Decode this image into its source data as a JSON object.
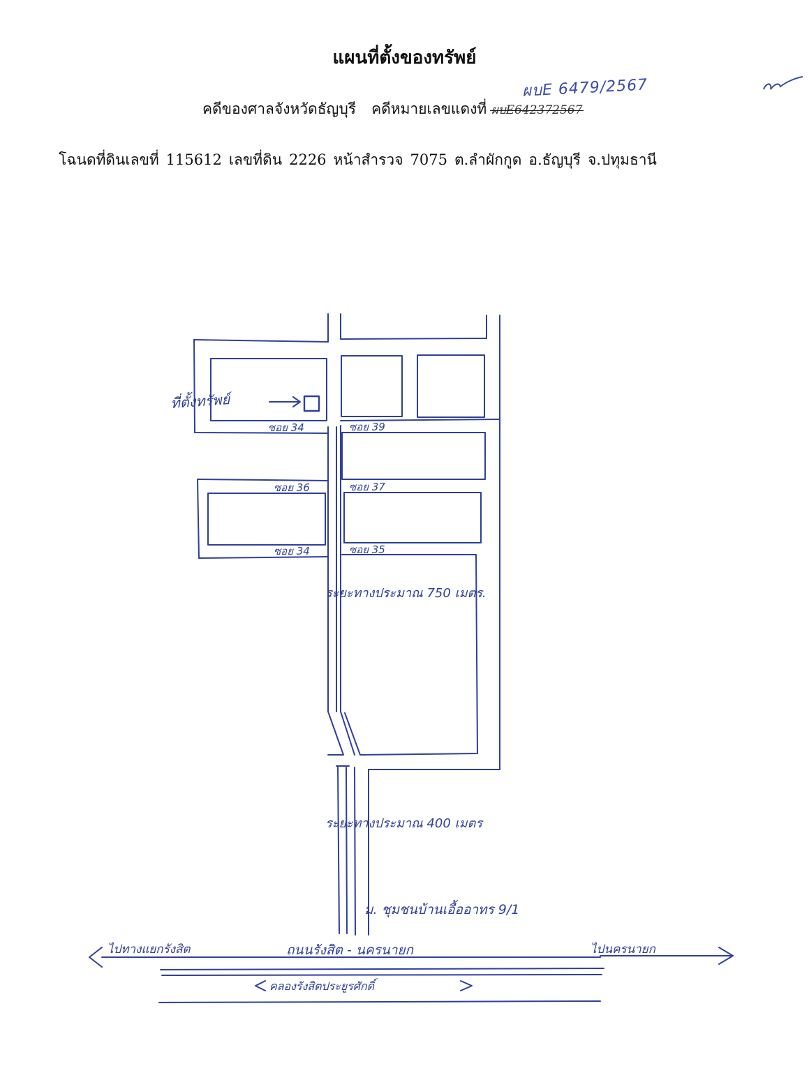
{
  "header": {
    "title": "แผนที่ตั้งของทรัพย์",
    "court_line_prefix": "คดีของศาลจังหวัดธัญบุรี",
    "red_case_label": "คดีหมายเลขแดงที่",
    "struck_case_number": "ผบE642372567",
    "handwritten_case_number": "ผบE 6479/2567"
  },
  "deed_line": {
    "deed_label": "โฉนดที่ดินเลขที่",
    "deed_number": "115612",
    "land_label": "เลขที่ดิน",
    "land_number": "2226",
    "survey_label": "หน้าสำรวจ",
    "survey_number": "7075",
    "subdistrict": "ต.ลำผักกูด",
    "district": "อ.ธัญบุรี",
    "province": "จ.ปทุมธานี"
  },
  "map": {
    "property_label": "ที่ตั้งทรัพย์",
    "soi_labels": {
      "soi_34": "ซอย 34",
      "soi_39": "ซอย 39",
      "soi_36": "ซอย 36",
      "soi_37": "ซอย 37",
      "soi_34b": "ซอย 34",
      "soi_35": "ซอย 35"
    },
    "distance_upper": "ระยะทางประมาณ 750 เมตร.",
    "distance_lower": "ระยะทางประมาณ 400 เมตร",
    "village_label": "ม. ชุมชนบ้านเอื้ออาทร 9/1",
    "road_label": "ถนนรังสิต - นครนายก",
    "to_left": "ไปทางแยกรังสิต",
    "to_right": "ไปนครนายก",
    "canal_label": "คลองรังสิตประยูรศักดิ์"
  },
  "colors": {
    "ink": "#2f3f9a",
    "print": "#111111"
  }
}
